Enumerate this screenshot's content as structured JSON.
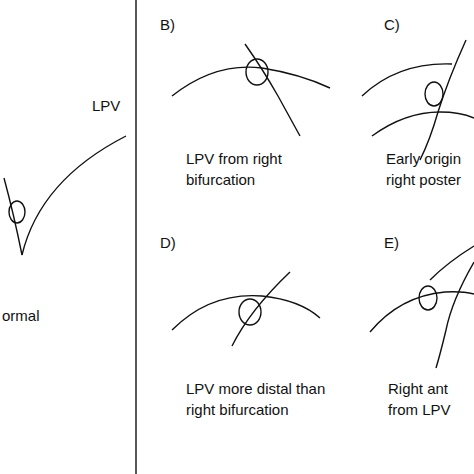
{
  "diagram": {
    "labels": [
      "LPV",
      "ormal",
      "B)",
      "LPV from right bifurcation",
      "C)",
      "Early origin right poster",
      "D)",
      "LPV more distal than right bifurcation",
      "E)",
      "Right ant from LPV"
    ]
  }
}
